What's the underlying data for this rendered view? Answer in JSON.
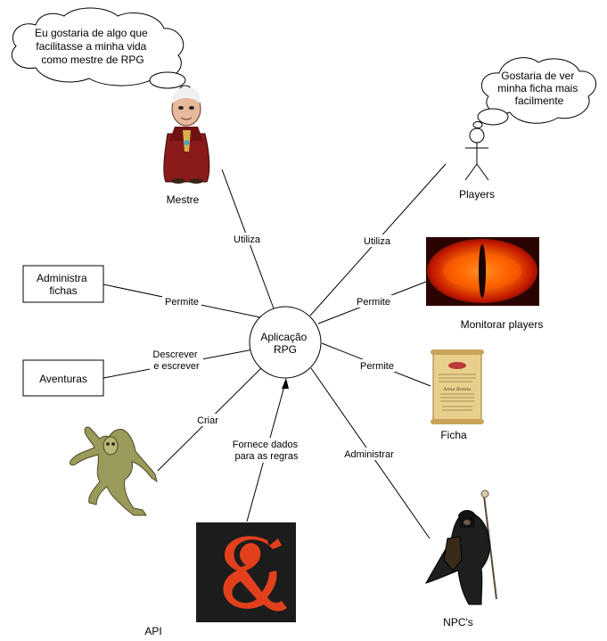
{
  "thoughts": {
    "mestre": [
      "Eu gostaria de algo que",
      "facilitasse a minha vida",
      "como mestre de  RPG"
    ],
    "players": [
      "Gostaria de ver",
      "minha ficha mais",
      "facilmente"
    ]
  },
  "center": [
    "Aplicação",
    "RPG"
  ],
  "actors": {
    "mestre": "Mestre",
    "players": "Players",
    "monitorar": "Monitorar players",
    "ficha": "Ficha",
    "npcs": "NPC's",
    "api": "API"
  },
  "boxes": {
    "administra": [
      "Administra",
      "fichas"
    ],
    "aventuras": "Aventuras"
  },
  "edges": {
    "utiliza_mestre": "Utiliza",
    "utiliza_players": "Utiliza",
    "permite_administra": "Permite",
    "permite_monitorar": "Permite",
    "permite_ficha": "Permite",
    "descrever": [
      "Descrever",
      "e escrever"
    ],
    "criar": "Criar",
    "fornece": [
      "Fornece dados",
      "para as regras"
    ],
    "administrar": "Administrar"
  },
  "image_labels": {
    "ficha": [
      "Anna Bonita"
    ]
  },
  "colors": {
    "ink": "#000000",
    "robe": "#8b1a1a",
    "eye_fire": "#ff4a00",
    "dnd_bg": "#1c1c1c",
    "dnd_logo": "#e2401c",
    "parchment": "#e8cf8c",
    "creature": "#9a9a5a"
  }
}
